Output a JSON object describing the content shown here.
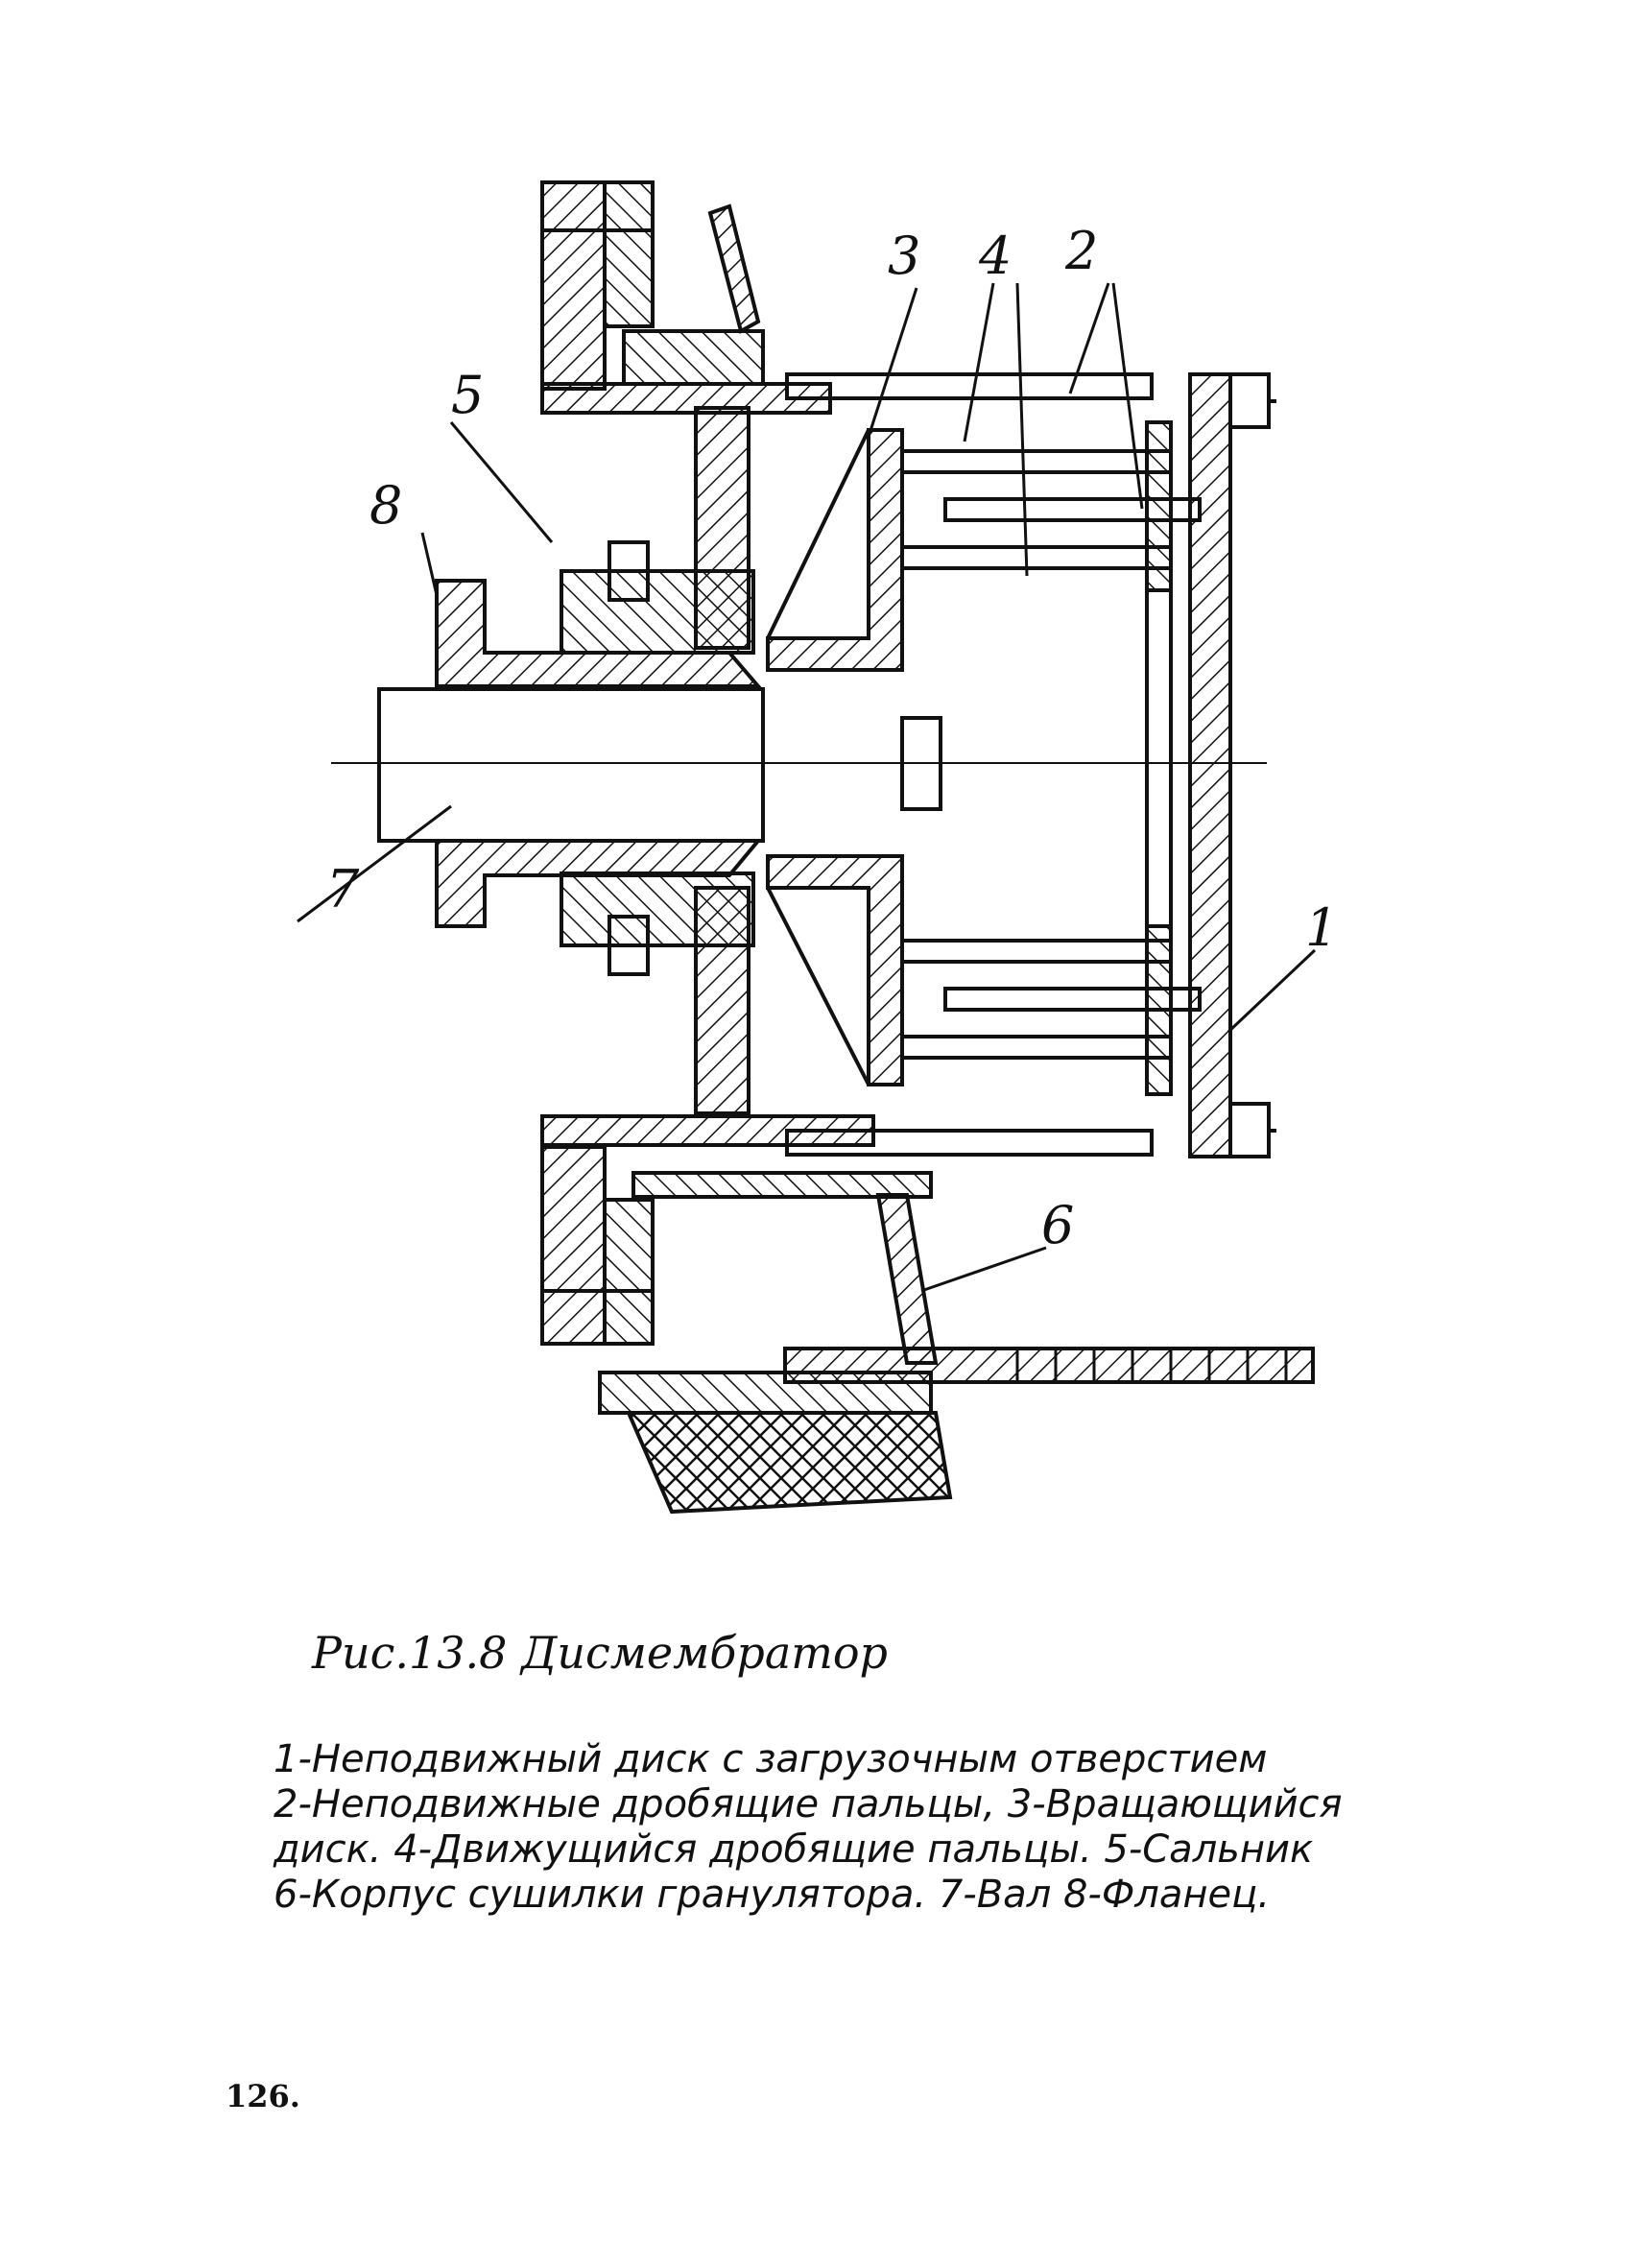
{
  "figure": {
    "caption": "Рис.13.8 Дисмембратор",
    "legend_lines": [
      "1-Неподвижный диск с загрузочным отверстием",
      "2-Неподвижные дробящие пальцы, 3-Вращающийся",
      "диск. 4-Движущийся дробящие пальцы. 5-Сальник",
      "6-Корпус сушилки гранулятора. 7-Вал 8-Фланец."
    ],
    "page_number": "126."
  },
  "callouts": {
    "c1": "1",
    "c2": "2",
    "c3": "3",
    "c4": "4",
    "c5": "5",
    "c6": "6",
    "c7": "7",
    "c8": "8"
  },
  "colors": {
    "ink": "#111111",
    "paper": "#ffffff"
  }
}
